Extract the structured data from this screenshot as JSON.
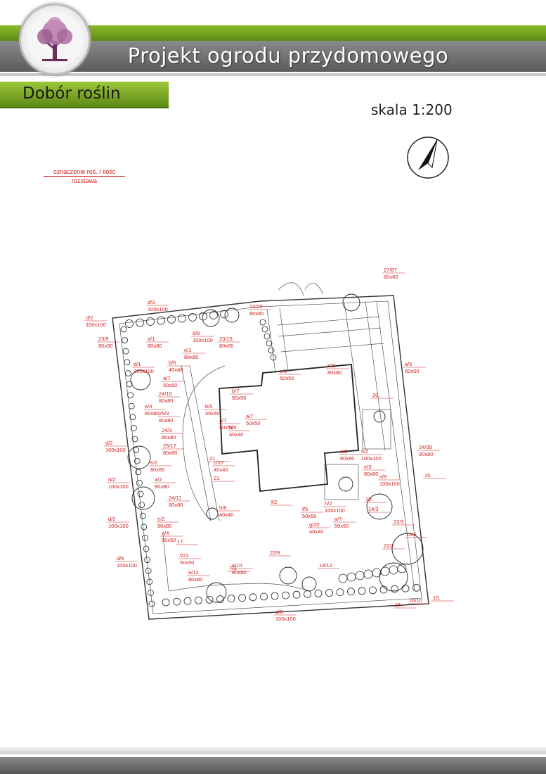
{
  "header": {
    "title": "Projekt ogrodu przydomowego",
    "subtitle": "Dobór roślin",
    "scale": "skala 1:200"
  },
  "legend": {
    "line1": "oznaczenie roś. / ilość",
    "line2": "rozstawa"
  },
  "icons": {
    "logo": "tree-logo-icon",
    "north": "north-arrow-icon"
  },
  "colors": {
    "green": "#7aa81f",
    "grey": "#6e6e6e",
    "label_red": "#d02020"
  },
  "plant_labels": [
    {
      "code": "d/3",
      "size": "100x100"
    },
    {
      "code": "d/2",
      "size": "100x100"
    },
    {
      "code": "23/9",
      "size": "80x80"
    },
    {
      "code": "a/1",
      "size": "80x80"
    },
    {
      "code": "d/1",
      "size": "100x100"
    },
    {
      "code": "d/8",
      "size": "100x100"
    },
    {
      "code": "23/29",
      "size": "80x80"
    },
    {
      "code": "23/16",
      "size": "80x80"
    },
    {
      "code": "e/1",
      "size": "80x80"
    },
    {
      "code": "b/5",
      "size": "40x40"
    },
    {
      "code": "a/7",
      "size": "50x50"
    },
    {
      "code": "24/10",
      "size": "80x80"
    },
    {
      "code": "e/4",
      "size": "80x80"
    },
    {
      "code": "25/3",
      "size": "80x80"
    },
    {
      "code": "24/3",
      "size": "80x80"
    },
    {
      "code": "25/17",
      "size": "80x80"
    },
    {
      "code": "d/2",
      "size": "100x100"
    },
    {
      "code": "e/2",
      "size": "80x80"
    },
    {
      "code": "a/2",
      "size": "80x80"
    },
    {
      "code": "d/2",
      "size": "100x100"
    },
    {
      "code": "24/11",
      "size": "80x80"
    },
    {
      "code": "d/2",
      "size": "100x100"
    },
    {
      "code": "e/2",
      "size": "80x80"
    },
    {
      "code": "a/4",
      "size": "50x50"
    },
    {
      "code": "d/6",
      "size": "100x100"
    },
    {
      "code": "f/22",
      "size": "50x50"
    },
    {
      "code": "e/12",
      "size": "80x80"
    },
    {
      "code": "7/3",
      "size": ""
    },
    {
      "code": "e/10",
      "size": "80x80"
    },
    {
      "code": "22/9",
      "size": ""
    },
    {
      "code": "d/5",
      "size": "100x100"
    },
    {
      "code": "14/12",
      "size": ""
    },
    {
      "code": "27/87",
      "size": "60x60"
    },
    {
      "code": "e/3",
      "size": "80x80"
    },
    {
      "code": "a/5",
      "size": "50x50"
    },
    {
      "code": "e/1",
      "size": "50x50"
    },
    {
      "code": "b/7",
      "size": "50x50"
    },
    {
      "code": "b/5",
      "size": "40x40"
    },
    {
      "code": "a/7",
      "size": "50x50"
    },
    {
      "code": "b/5",
      "size": "40x40"
    },
    {
      "code": "a/7",
      "size": "50x50"
    },
    {
      "code": "c/27",
      "size": "40x40"
    },
    {
      "code": "h/8",
      "size": "40x40"
    },
    {
      "code": "e/3",
      "size": "80x80"
    },
    {
      "code": "h/2",
      "size": "100x100"
    },
    {
      "code": "e/3",
      "size": "80x80"
    },
    {
      "code": "d/9",
      "size": "100x100"
    },
    {
      "code": "24/39",
      "size": "80x80"
    },
    {
      "code": "f/5",
      "size": "50x50"
    },
    {
      "code": "h/2",
      "size": "100x100"
    },
    {
      "code": "a/7",
      "size": "50x50"
    },
    {
      "code": "g/20",
      "size": "40x40"
    },
    {
      "code": "14/3",
      "size": ""
    },
    {
      "code": "22/3",
      "size": ""
    },
    {
      "code": "14/6",
      "size": ""
    },
    {
      "code": "22/2",
      "size": ""
    },
    {
      "code": "26/10",
      "size": ""
    },
    {
      "code": "15.",
      "size": ""
    },
    {
      "code": "15.",
      "size": ""
    },
    {
      "code": "15",
      "size": ""
    },
    {
      "code": "18.",
      "size": ""
    },
    {
      "code": "20.",
      "size": ""
    },
    {
      "code": "17.",
      "size": ""
    },
    {
      "code": "21.",
      "size": ""
    },
    {
      "code": "21",
      "size": ""
    },
    {
      "code": "f/2",
      "size": ""
    }
  ]
}
